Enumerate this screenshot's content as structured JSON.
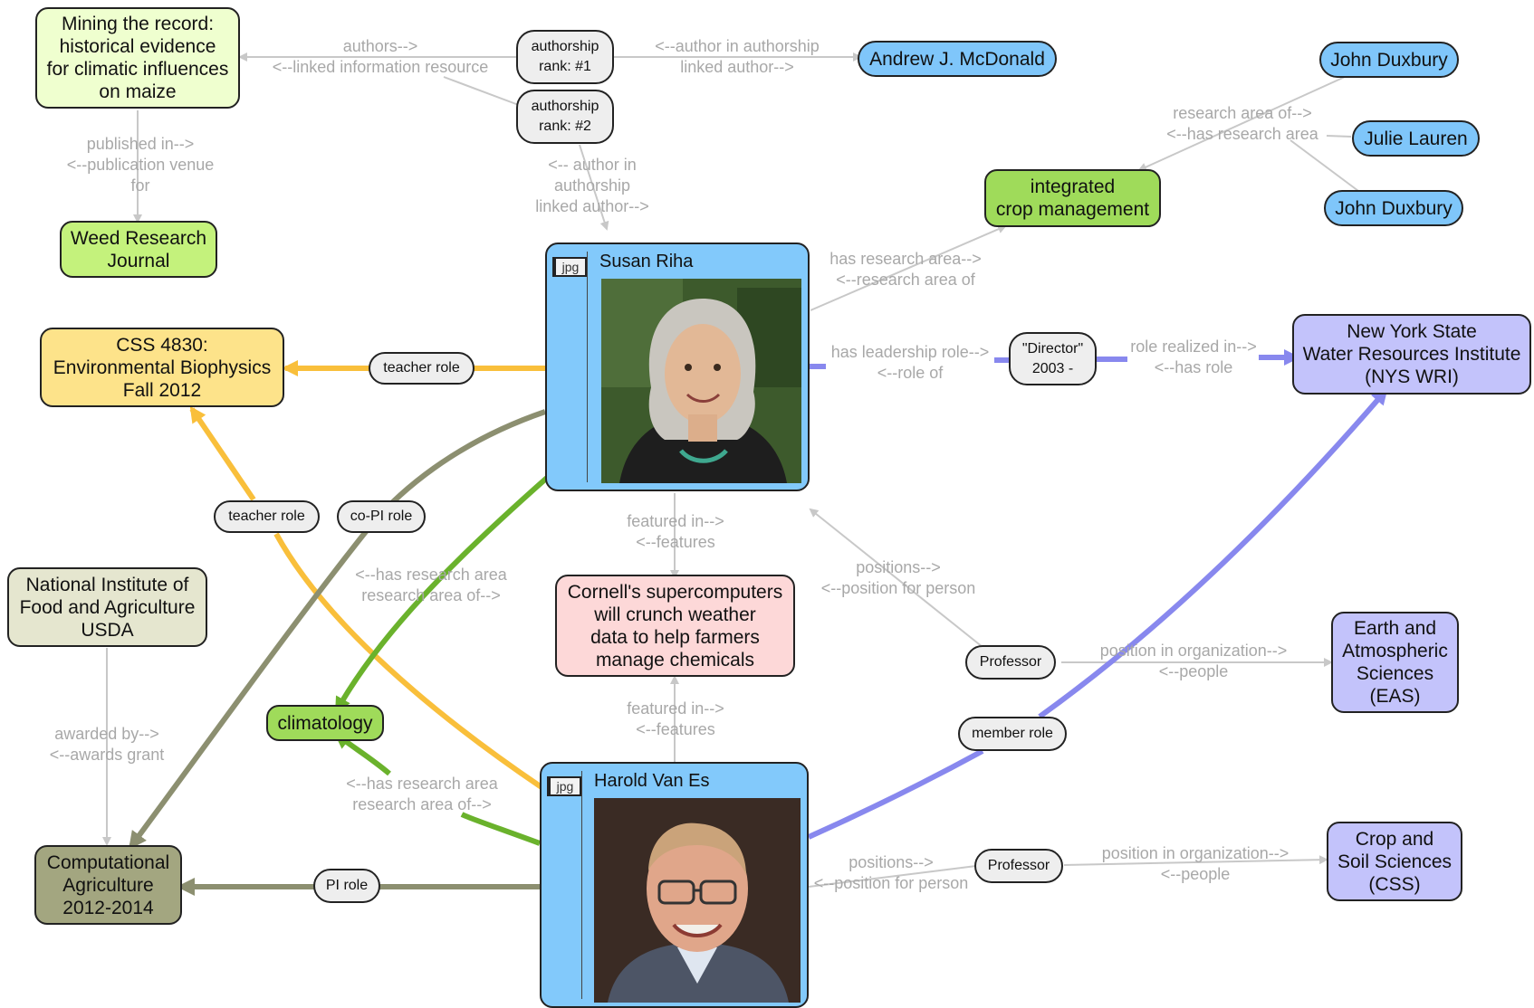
{
  "nodes": {
    "mining": "Mining the record:\nhistorical evidence\nfor climatic influences\non maize",
    "weed": "Weed Research\nJournal",
    "css4830": "CSS 4830:\nEnvironmental Biophysics\nFall 2012",
    "nifa": "National Institute of\nFood and Agriculture\nUSDA",
    "compag": "Computational\nAgriculture\n2012-2014",
    "climatology": "climatology",
    "icm": "integrated\ncrop management",
    "cornell": "Cornell's supercomputers\nwill crunch weather\ndata to help farmers\nmanage chemicals",
    "mcdonald": "Andrew J. McDonald",
    "duxbury1": "John Duxbury",
    "julie": "Julie Lauren",
    "duxbury2": "John Duxbury",
    "nyswri": "New York State\nWater Resources Institute\n(NYS WRI)",
    "eas": "Earth and\nAtmospheric\nSciences\n(EAS)",
    "css": "Crop and\nSoil Sciences\n(CSS)"
  },
  "persons": {
    "riha": {
      "name": "Susan Riha",
      "badge": "jpg"
    },
    "vanes": {
      "name": "Harold Van Es",
      "badge": "jpg"
    }
  },
  "pills": {
    "auth1": "authorship\nrank: #1",
    "auth2": "authorship\nrank: #2",
    "teacher1": "teacher role",
    "teacher2": "teacher role",
    "copi": "co-PI role",
    "pi": "PI role",
    "director": "\"Director\"\n2003 -",
    "prof1": "Professor",
    "prof2": "Professor",
    "member": "member role"
  },
  "edge_labels": {
    "authors": "authors-->\n<--linked information resource",
    "published": "published in-->\n<--publication venue\nfor",
    "author_in_1": "<--author in authorship\nlinked author-->",
    "author_in_2": "<-- author in\nauthorship\nlinked author-->",
    "research_area_of": "research area of-->\n<--has research area",
    "has_research_area": "has research area-->\n<--research area of",
    "leadership": "has leadership role-->\n<--role of",
    "role_realized": "role realized in-->\n<--has role",
    "featured1": "featured in-->\n<--features",
    "featured2": "featured in-->\n<--features",
    "positions1": "positions-->\n<--position for person",
    "positions2": "positions-->\n<--position for person",
    "pos_org1": "position in organization-->\n<--people",
    "pos_org2": "position in organization-->\n<--people",
    "has_ra_1": "<--has research area\nresearch area of-->",
    "has_ra_2": "<--has research area\nresearch area of-->",
    "awarded": "awarded by-->\n<--awards grant"
  },
  "colors": {
    "teacher_edge": "#f9bf3b",
    "olive_edge": "#8c8f70",
    "green_edge": "#6ab22c",
    "purple_edge": "#8888ee",
    "gray_edge": "#c8c8c8"
  }
}
